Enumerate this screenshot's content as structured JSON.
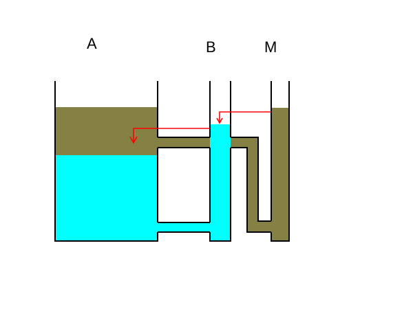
{
  "labels": {
    "a": "A",
    "b": "B",
    "m": "M"
  },
  "colors": {
    "background": "#ffffff",
    "water": "#00ffff",
    "oil": "#858044",
    "wall": "#000000",
    "arrow": "#ff0000",
    "label": "#000000"
  }
}
